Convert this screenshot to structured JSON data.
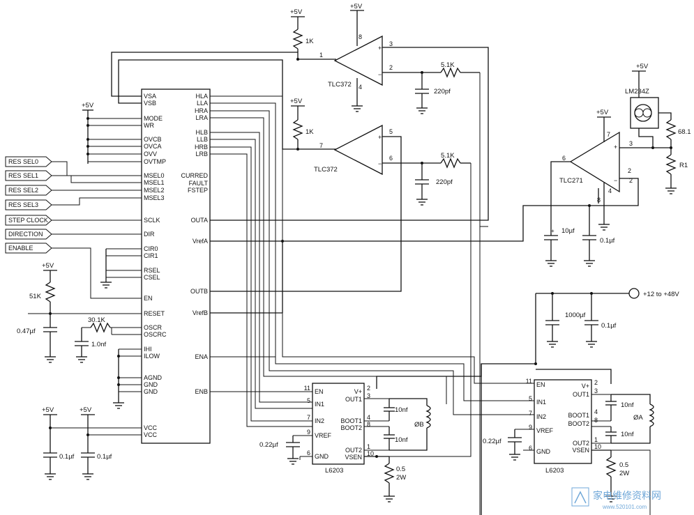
{
  "controller": {
    "left_pins": [
      "VSA",
      "VSB",
      "MODE",
      "WR",
      "OVCB",
      "OVCA",
      "OVV",
      "OVTMP",
      "MSEL0",
      "MSEL1",
      "MSEL2",
      "MSEL3",
      "SCLK",
      "DIR",
      "CIR0",
      "CIR1",
      "RSEL",
      "CSEL",
      "EN",
      "RESET",
      "OSCR",
      "OSCRC",
      "IHI",
      "ILOW",
      "AGND",
      "GND",
      "GND",
      "VCC",
      "VCC"
    ],
    "right_pins": [
      "HLA",
      "LLA",
      "HRA",
      "LRA",
      "HLB",
      "LLB",
      "HRB",
      "LRB",
      "CURRED",
      "FAULT",
      "FSTEP",
      "OUTA",
      "VrefA",
      "OUTB",
      "VrefB",
      "ENA",
      "ENB"
    ]
  },
  "inputs": [
    "RES SEL0",
    "RES SEL1",
    "RES SEL2",
    "RES SEL3",
    "STEP CLOCK",
    "DIRECTION",
    "ENABLE"
  ],
  "supply": {
    "label": "+12 to +48V",
    "vcc": "+5V"
  },
  "comparators": [
    {
      "part": "TLC372",
      "pins": {
        "out": "1",
        "inp": "3",
        "inn": "2",
        "vcc": "8",
        "gnd": "4"
      }
    },
    {
      "part": "TLC372",
      "pins": {
        "out": "7",
        "inp": "5",
        "inn": "6"
      }
    }
  ],
  "opamp": {
    "part": "TLC271",
    "pins": {
      "out": "6",
      "inp": "3",
      "inn": "2",
      "vcc": "7",
      "gnd": "4",
      "p8": "8"
    }
  },
  "reference": {
    "part": "LM234Z",
    "r_top": "68.1",
    "r_bot": "R1"
  },
  "drivers": [
    {
      "part": "L6203",
      "left_pins": [
        "EN",
        "IN1",
        "IN2",
        "VREF",
        "GND"
      ],
      "left_nums": [
        "11",
        "5",
        "7",
        "9",
        "6"
      ],
      "right_pins": [
        "V+",
        "OUT1",
        "BOOT1",
        "BOOT2",
        "OUT2",
        "VSEN"
      ],
      "right_nums": [
        "2",
        "3",
        "4",
        "8",
        "1",
        "10"
      ],
      "winding": "ØB",
      "boot_caps": [
        "10nf",
        "10nf"
      ],
      "vref_cap": "0.22µf",
      "sense": {
        "value": "0.5",
        "power": "2W"
      }
    },
    {
      "part": "L6203",
      "left_pins": [
        "EN",
        "IN1",
        "IN2",
        "VREF",
        "GND"
      ],
      "left_nums": [
        "11",
        "5",
        "7",
        "9",
        "6"
      ],
      "right_pins": [
        "V+",
        "OUT1",
        "BOOT1",
        "BOOT2",
        "OUT2",
        "VSEN"
      ],
      "right_nums": [
        "2",
        "3",
        "4",
        "8",
        "1",
        "10"
      ],
      "winding": "ØA",
      "boot_caps": [
        "10nf",
        "10nf"
      ],
      "vref_cap": "0.22µf",
      "sense": {
        "value": "0.5",
        "power": "2W"
      }
    }
  ],
  "components": {
    "r1k_a": "1K",
    "r1k_b": "1K",
    "r51k": "51K",
    "r30k": "30.1K",
    "c047": "0.47µf",
    "c1n": "1.0nf",
    "r51_a": "5.1K",
    "r51_b": "5.1K",
    "c220_a": "220pf",
    "c220_b": "220pf",
    "c10u": "10µf",
    "c01u_a": "0.1µf",
    "c1000": "1000µf",
    "c01u_b": "0.1µf",
    "c01u_vcc1": "0.1µf",
    "c01u_vcc2": "0.1µf",
    "p5": "+5V"
  },
  "watermark": {
    "cn": "家电维修资料网",
    "url": "www.520101.com"
  }
}
